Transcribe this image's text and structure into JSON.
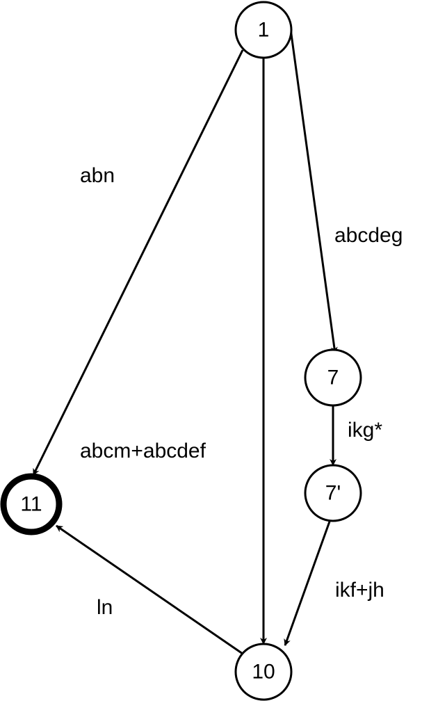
{
  "nodes": [
    {
      "id": "n1",
      "label": "1",
      "final": false
    },
    {
      "id": "n7",
      "label": "7",
      "final": false
    },
    {
      "id": "n7p",
      "label": "7'",
      "final": false
    },
    {
      "id": "n10",
      "label": "10",
      "final": false
    },
    {
      "id": "n11",
      "label": "11",
      "final": true
    }
  ],
  "edges": [
    {
      "id": "e1_11",
      "from": "1",
      "to": "11",
      "label": "abn"
    },
    {
      "id": "e1_10",
      "from": "1",
      "to": "10",
      "label": "abcm+abcdef"
    },
    {
      "id": "e1_7",
      "from": "1",
      "to": "7",
      "label": "abcdeg"
    },
    {
      "id": "e7_7p",
      "from": "7",
      "to": "7'",
      "label": "ikg*"
    },
    {
      "id": "e7p_10",
      "from": "7'",
      "to": "10",
      "label": "ikf+jh"
    },
    {
      "id": "e10_11",
      "from": "10",
      "to": "11",
      "label": "ln"
    }
  ],
  "colors": {
    "stroke": "#000000",
    "fill": "#ffffff"
  }
}
